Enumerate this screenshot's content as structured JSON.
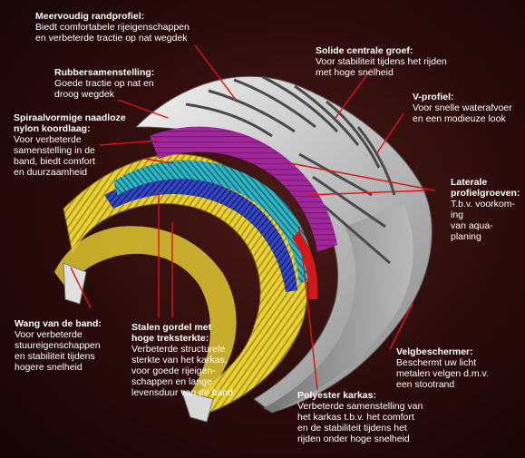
{
  "colors": {
    "leader_line": "#e01010",
    "tread_rubber": "#c8c8c8",
    "spiral_ply": "#a0279b",
    "steel_belt_cyan": "#2fb5c4",
    "steel_belt_blue": "#2f3fbf",
    "polyester_carcass": "#e8d23a",
    "inner_red": "#d51919"
  },
  "labels": {
    "meervoudig": {
      "title": "Meervoudig randprofiel:",
      "line1": "Biedt comfortabele rijeigenschappen",
      "line2": "en verbeterde tractie op nat wegdek"
    },
    "rubber": {
      "title": "Rubbersamenstelling:",
      "line1": "Goede tractie op nat en",
      "line2": "droog wegdek"
    },
    "spiraal": {
      "title1": "Spiraalvormige naadloze",
      "title2": "nylon koordlaag:",
      "line1": "Voor verbeterde",
      "line2": "samenstelling in de",
      "line3": "band, biedt comfort",
      "line4": "en duurzaamheid"
    },
    "solide": {
      "title": "Solide centrale groef:",
      "line1": "Voor stabiliteit tijdens het rijden",
      "line2": "met hoge snelheid"
    },
    "vprofiel": {
      "title": "V-profiel:",
      "line1": "Voor snelle waterafvoer",
      "line2": "en een modieuze look"
    },
    "laterale": {
      "title1": "Laterale",
      "title2": "profielgroeven:",
      "line1": "T.b.v. voorkom-",
      "line2": "ing",
      "line3": "van aqua-",
      "line4": "planing"
    },
    "wang": {
      "title": "Wang van de band:",
      "line1": "Voor verbeterde",
      "line2": "stuureigenschappen",
      "line3": "en stabiliteit tijdens",
      "line4": "hogere snelheid"
    },
    "stalen": {
      "title1": "Stalen gordel met",
      "title2": "hoge treksterkte:",
      "line1": "Verbeterde structurele",
      "line2": "sterkte van het karkas,",
      "line3": "voor goede rijeigen-",
      "line4": "schappen en lange",
      "line5": "levensduur van de band"
    },
    "velg": {
      "title": "Velgbeschermer:",
      "line1": "Beschermt uw licht",
      "line2": "metalen velgen d.m.v.",
      "line3": "een stootrand"
    },
    "polyester": {
      "title": "Polyester karkas:",
      "line1": "Verbeterde samenstelling van",
      "line2": "het karkas t.b.v. het comfort",
      "line3": "en de stabiliteit tijdens het",
      "line4": "rijden onder hoge snelheid"
    }
  }
}
